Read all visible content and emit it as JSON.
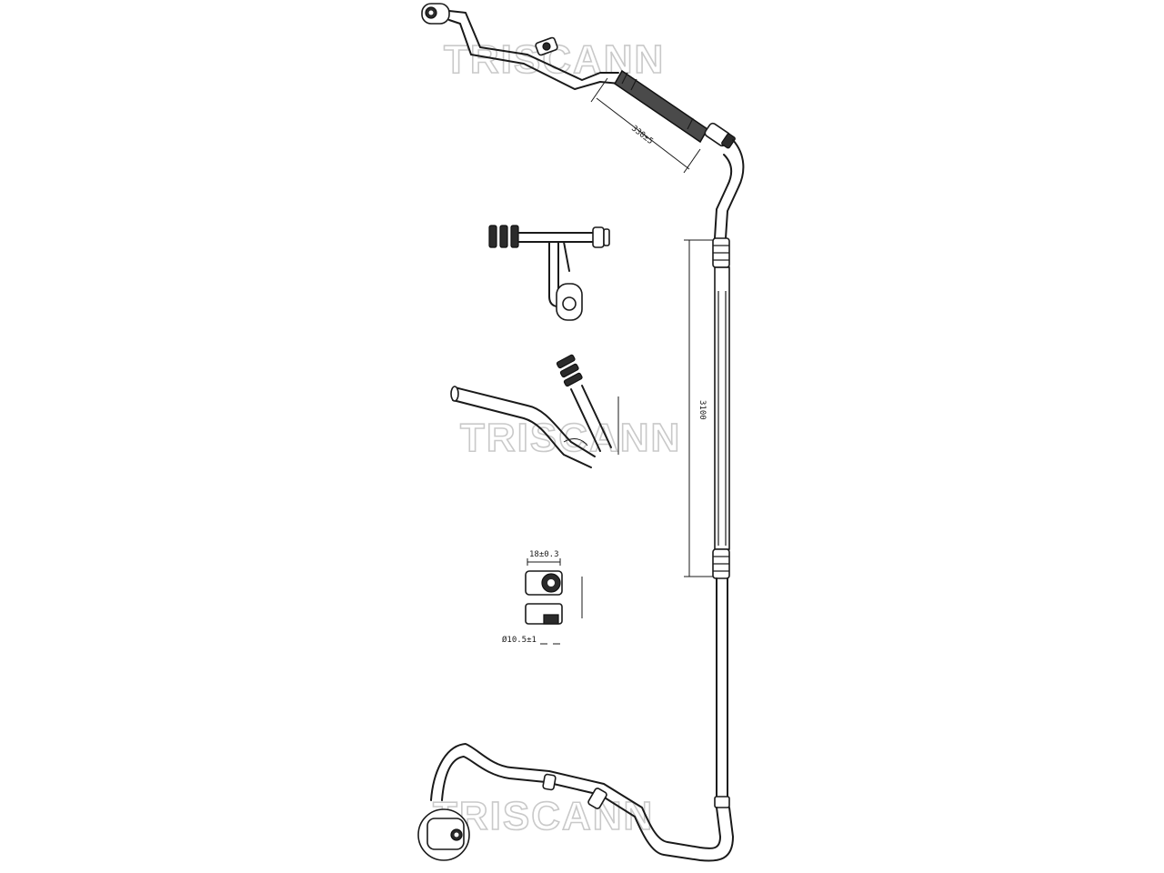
{
  "watermark": {
    "top": "TRISCANN",
    "middle": "TRISCANN",
    "bottom": "TRISCANN"
  },
  "dimensions": {
    "hose_length": "330±5",
    "tube_length": "3100",
    "fitting_width": "18±0.3",
    "fitting_diameter": "Ø10.5±1"
  }
}
